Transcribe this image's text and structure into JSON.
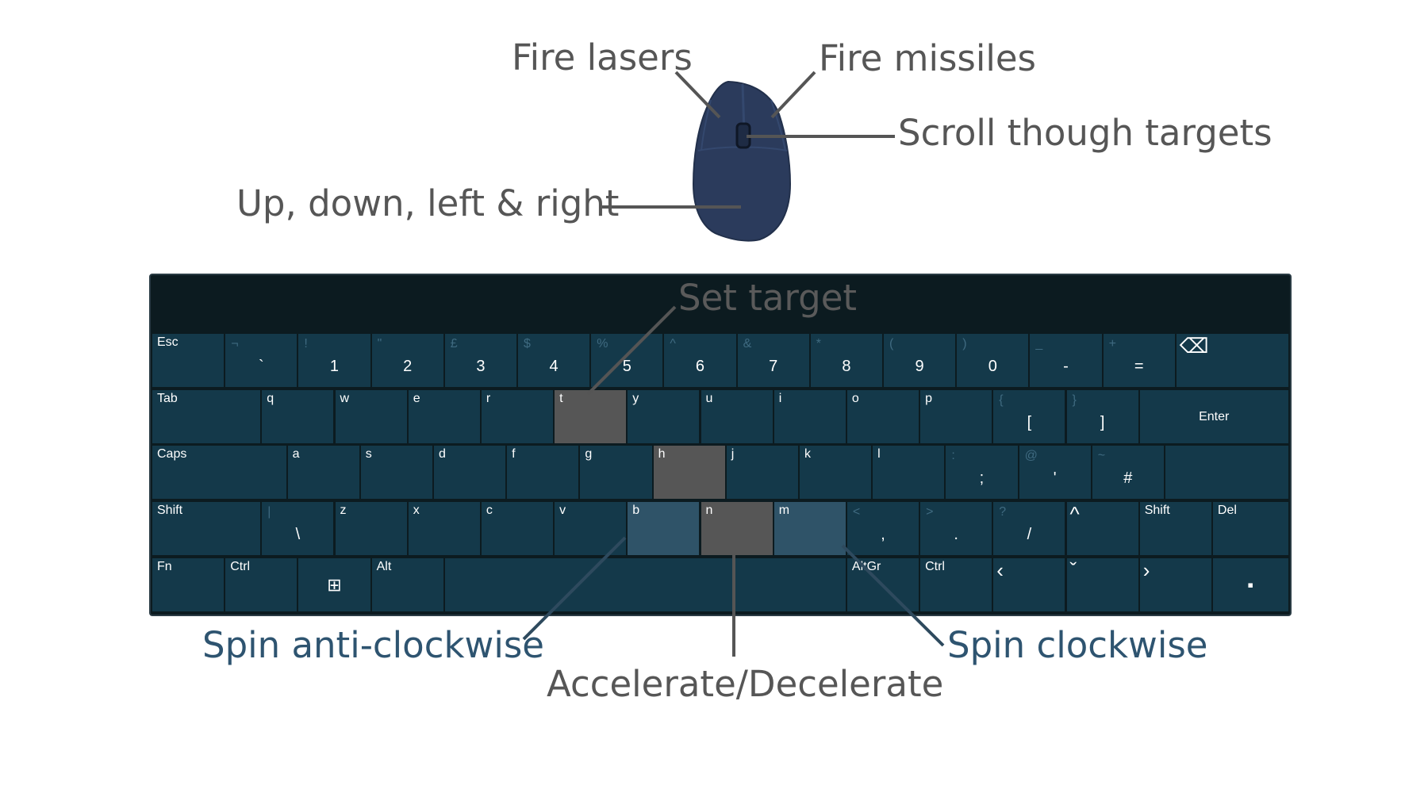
{
  "labels": {
    "fire_lasers": "Fire lasers",
    "fire_missiles": "Fire missiles",
    "scroll_targets": "Scroll though targets",
    "movement": "Up, down, left & right",
    "set_target": "Set target",
    "spin_anticlockwise": "Spin anti-clockwise",
    "accelerate": "Accelerate/Decelerate",
    "spin_clockwise": "Spin clockwise"
  },
  "colors": {
    "label_grey": "#565656",
    "label_blue": "#2e5470",
    "keyboard_frame": "#0c1b20",
    "key": "#14394a",
    "highlight_grey": "#565656",
    "highlight_blue": "#2f5368",
    "mouse_body": "#2b3b5c",
    "callout_line": "#555555",
    "callout_line_blue": "#2e4a5e"
  },
  "keyboard": {
    "rows": [
      [
        {
          "id": "esc",
          "p": "Esc",
          "w": 1
        },
        {
          "id": "backtick",
          "s": "¬",
          "m": "`",
          "w": 1
        },
        {
          "id": "1",
          "s": "!",
          "m": "1",
          "w": 1
        },
        {
          "id": "2",
          "s": "\"",
          "m": "2",
          "w": 1
        },
        {
          "id": "3",
          "s": "£",
          "m": "3",
          "w": 1
        },
        {
          "id": "4",
          "s": "$",
          "m": "4",
          "w": 1
        },
        {
          "id": "5",
          "s": "%",
          "m": "5",
          "w": 1
        },
        {
          "id": "6",
          "s": "^",
          "m": "6",
          "w": 1
        },
        {
          "id": "7",
          "s": "&",
          "m": "7",
          "w": 1
        },
        {
          "id": "8",
          "s": "*",
          "m": "8",
          "w": 1
        },
        {
          "id": "9",
          "s": "(",
          "m": "9",
          "w": 1
        },
        {
          "id": "0",
          "s": ")",
          "m": "0",
          "w": 1
        },
        {
          "id": "minus",
          "s": "_",
          "m": "-",
          "w": 1
        },
        {
          "id": "equals",
          "s": "+",
          "m": "=",
          "w": 1
        },
        {
          "id": "backspace",
          "icon": "backspace-icon",
          "glyph": "⌫",
          "w": 1.55
        }
      ],
      [
        {
          "id": "tab",
          "p": "Tab",
          "w": 1.5
        },
        {
          "id": "q",
          "p": "q",
          "w": 1
        },
        {
          "id": "w",
          "p": "w",
          "w": 1
        },
        {
          "id": "e",
          "p": "e",
          "w": 1
        },
        {
          "id": "r",
          "p": "r",
          "w": 1
        },
        {
          "id": "t",
          "p": "t",
          "w": 1,
          "hl": "grey"
        },
        {
          "id": "y",
          "p": "y",
          "w": 1
        },
        {
          "id": "u",
          "p": "u",
          "w": 1
        },
        {
          "id": "i",
          "p": "i",
          "w": 1
        },
        {
          "id": "o",
          "p": "o",
          "w": 1
        },
        {
          "id": "p",
          "p": "p",
          "w": 1
        },
        {
          "id": "lbracket",
          "s": "{",
          "m": "[",
          "w": 1
        },
        {
          "id": "rbracket",
          "s": "}",
          "m": "]",
          "w": 1
        },
        {
          "id": "enter",
          "c": "Enter",
          "w": 2.05
        }
      ],
      [
        {
          "id": "caps",
          "p": "Caps",
          "w": 1.85
        },
        {
          "id": "a",
          "p": "a",
          "w": 1
        },
        {
          "id": "s",
          "p": "s",
          "w": 1
        },
        {
          "id": "d",
          "p": "d",
          "w": 1
        },
        {
          "id": "f",
          "p": "f",
          "w": 1
        },
        {
          "id": "g",
          "p": "g",
          "w": 1
        },
        {
          "id": "h",
          "p": "h",
          "w": 1,
          "hl": "grey"
        },
        {
          "id": "j",
          "p": "j",
          "w": 1
        },
        {
          "id": "k",
          "p": "k",
          "w": 1
        },
        {
          "id": "l",
          "p": "l",
          "w": 1
        },
        {
          "id": "semicolon",
          "s": ":",
          "m": ";",
          "w": 1
        },
        {
          "id": "quote",
          "s": "@",
          "m": "'",
          "w": 1
        },
        {
          "id": "hash",
          "s": "~",
          "m": "#",
          "w": 1
        },
        {
          "id": "enter-lower",
          "w": 1.7
        }
      ],
      [
        {
          "id": "lshift",
          "p": "Shift",
          "w": 1.5
        },
        {
          "id": "backslash",
          "s": "|",
          "m": "\\",
          "w": 1
        },
        {
          "id": "z",
          "p": "z",
          "w": 1
        },
        {
          "id": "x",
          "p": "x",
          "w": 1
        },
        {
          "id": "c",
          "p": "c",
          "w": 1
        },
        {
          "id": "v",
          "p": "v",
          "w": 1
        },
        {
          "id": "b",
          "p": "b",
          "w": 1,
          "hl": "blue"
        },
        {
          "id": "n",
          "p": "n",
          "w": 1,
          "hl": "grey"
        },
        {
          "id": "m",
          "p": "m",
          "w": 1,
          "hl": "blue"
        },
        {
          "id": "comma",
          "s": "<",
          "m": ",",
          "w": 1
        },
        {
          "id": "period",
          "s": ">",
          "m": ".",
          "w": 1
        },
        {
          "id": "slash",
          "s": "?",
          "m": "/",
          "w": 1
        },
        {
          "id": "up",
          "icon": "up-arrow-icon",
          "glyph": "^",
          "w": 1
        },
        {
          "id": "rshift",
          "p": "Shift",
          "w": 1
        },
        {
          "id": "del",
          "p": "Del",
          "w": 1.05
        }
      ],
      [
        {
          "id": "fn",
          "p": "Fn",
          "w": 1
        },
        {
          "id": "lctrl",
          "p": "Ctrl",
          "w": 1
        },
        {
          "id": "win",
          "icon": "windows-icon",
          "glyph": "⊞",
          "w": 1
        },
        {
          "id": "alt",
          "p": "Alt",
          "w": 1
        },
        {
          "id": "space",
          "w": 5.5
        },
        {
          "id": "altgr",
          "p": "AltGr",
          "w": 1
        },
        {
          "id": "rctrl",
          "p": "Ctrl",
          "w": 1
        },
        {
          "id": "left",
          "icon": "left-arrow-icon",
          "glyph": "‹",
          "w": 1
        },
        {
          "id": "down",
          "icon": "down-arrow-icon",
          "glyph": "ˇ",
          "w": 1
        },
        {
          "id": "right",
          "icon": "right-arrow-icon",
          "glyph": "›",
          "w": 1
        },
        {
          "id": "keyboard-hide",
          "icon": "keyboard-icon",
          "glyph": "▪",
          "w": 1.05
        }
      ]
    ]
  }
}
